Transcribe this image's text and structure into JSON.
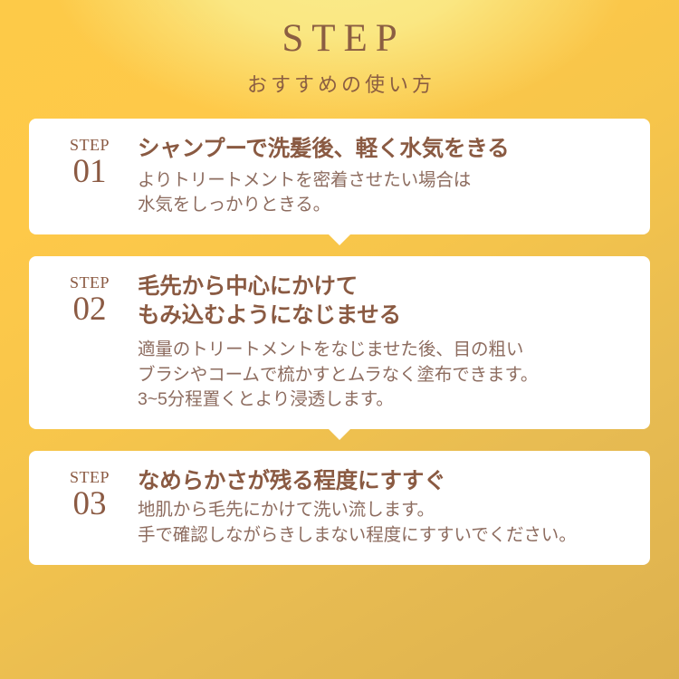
{
  "header": {
    "title": "STEP",
    "subtitle": "おすすめの使い方"
  },
  "colors": {
    "heading_brown": "#8a5a42",
    "body_brown": "#8d6c5f",
    "badge_brown": "#8b5a43",
    "card_white": "#ffffff",
    "bg_gold_light": "#f9ec8c",
    "bg_gold": "#fdca48",
    "bg_gold_dark": "#ddb14e"
  },
  "steps": [
    {
      "step_word": "STEP",
      "step_number": "01",
      "heading_lines": [
        "シャンプーで洗髪後、軽く水気をきる"
      ],
      "description_lines": [
        "よりトリートメントを密着させたい場合は",
        "水気をしっかりときる。"
      ],
      "has_arrow": true
    },
    {
      "step_word": "STEP",
      "step_number": "02",
      "heading_lines": [
        "毛先から中心にかけて",
        "もみ込むようになじませる"
      ],
      "description_lines": [
        "適量のトリートメントをなじませた後、目の粗い",
        "ブラシやコームで梳かすとムラなく塗布できます。",
        "3~5分程置くとより浸透します。"
      ],
      "has_arrow": true
    },
    {
      "step_word": "STEP",
      "step_number": "03",
      "heading_lines": [
        "なめらかさが残る程度にすすぐ"
      ],
      "description_lines": [
        "地肌から毛先にかけて洗い流します。",
        "手で確認しながらきしまない程度にすすいでください。"
      ],
      "has_arrow": false
    }
  ]
}
